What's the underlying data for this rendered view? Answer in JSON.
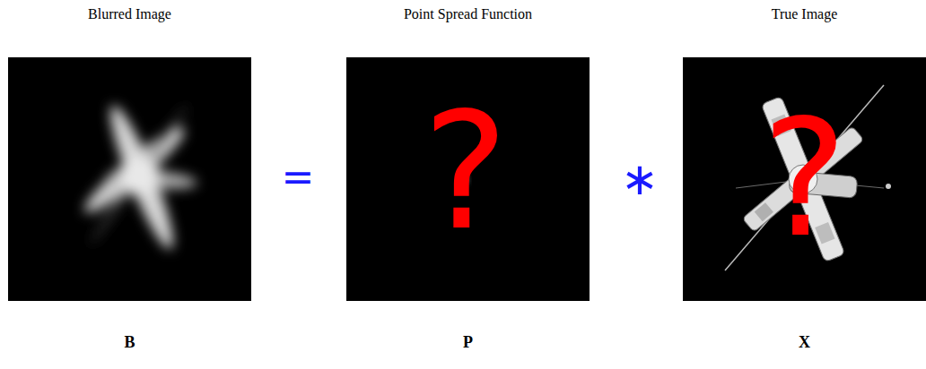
{
  "diagram": {
    "nodes": [
      {
        "text": [
          "Blurred Image",
          "B"
        ]
      },
      {
        "text": [
          "Point Spread Function",
          "?",
          "P"
        ]
      },
      {
        "text": [
          "True Image",
          "?",
          "X"
        ]
      }
    ],
    "labels": [
      "=",
      "∗"
    ]
  }
}
